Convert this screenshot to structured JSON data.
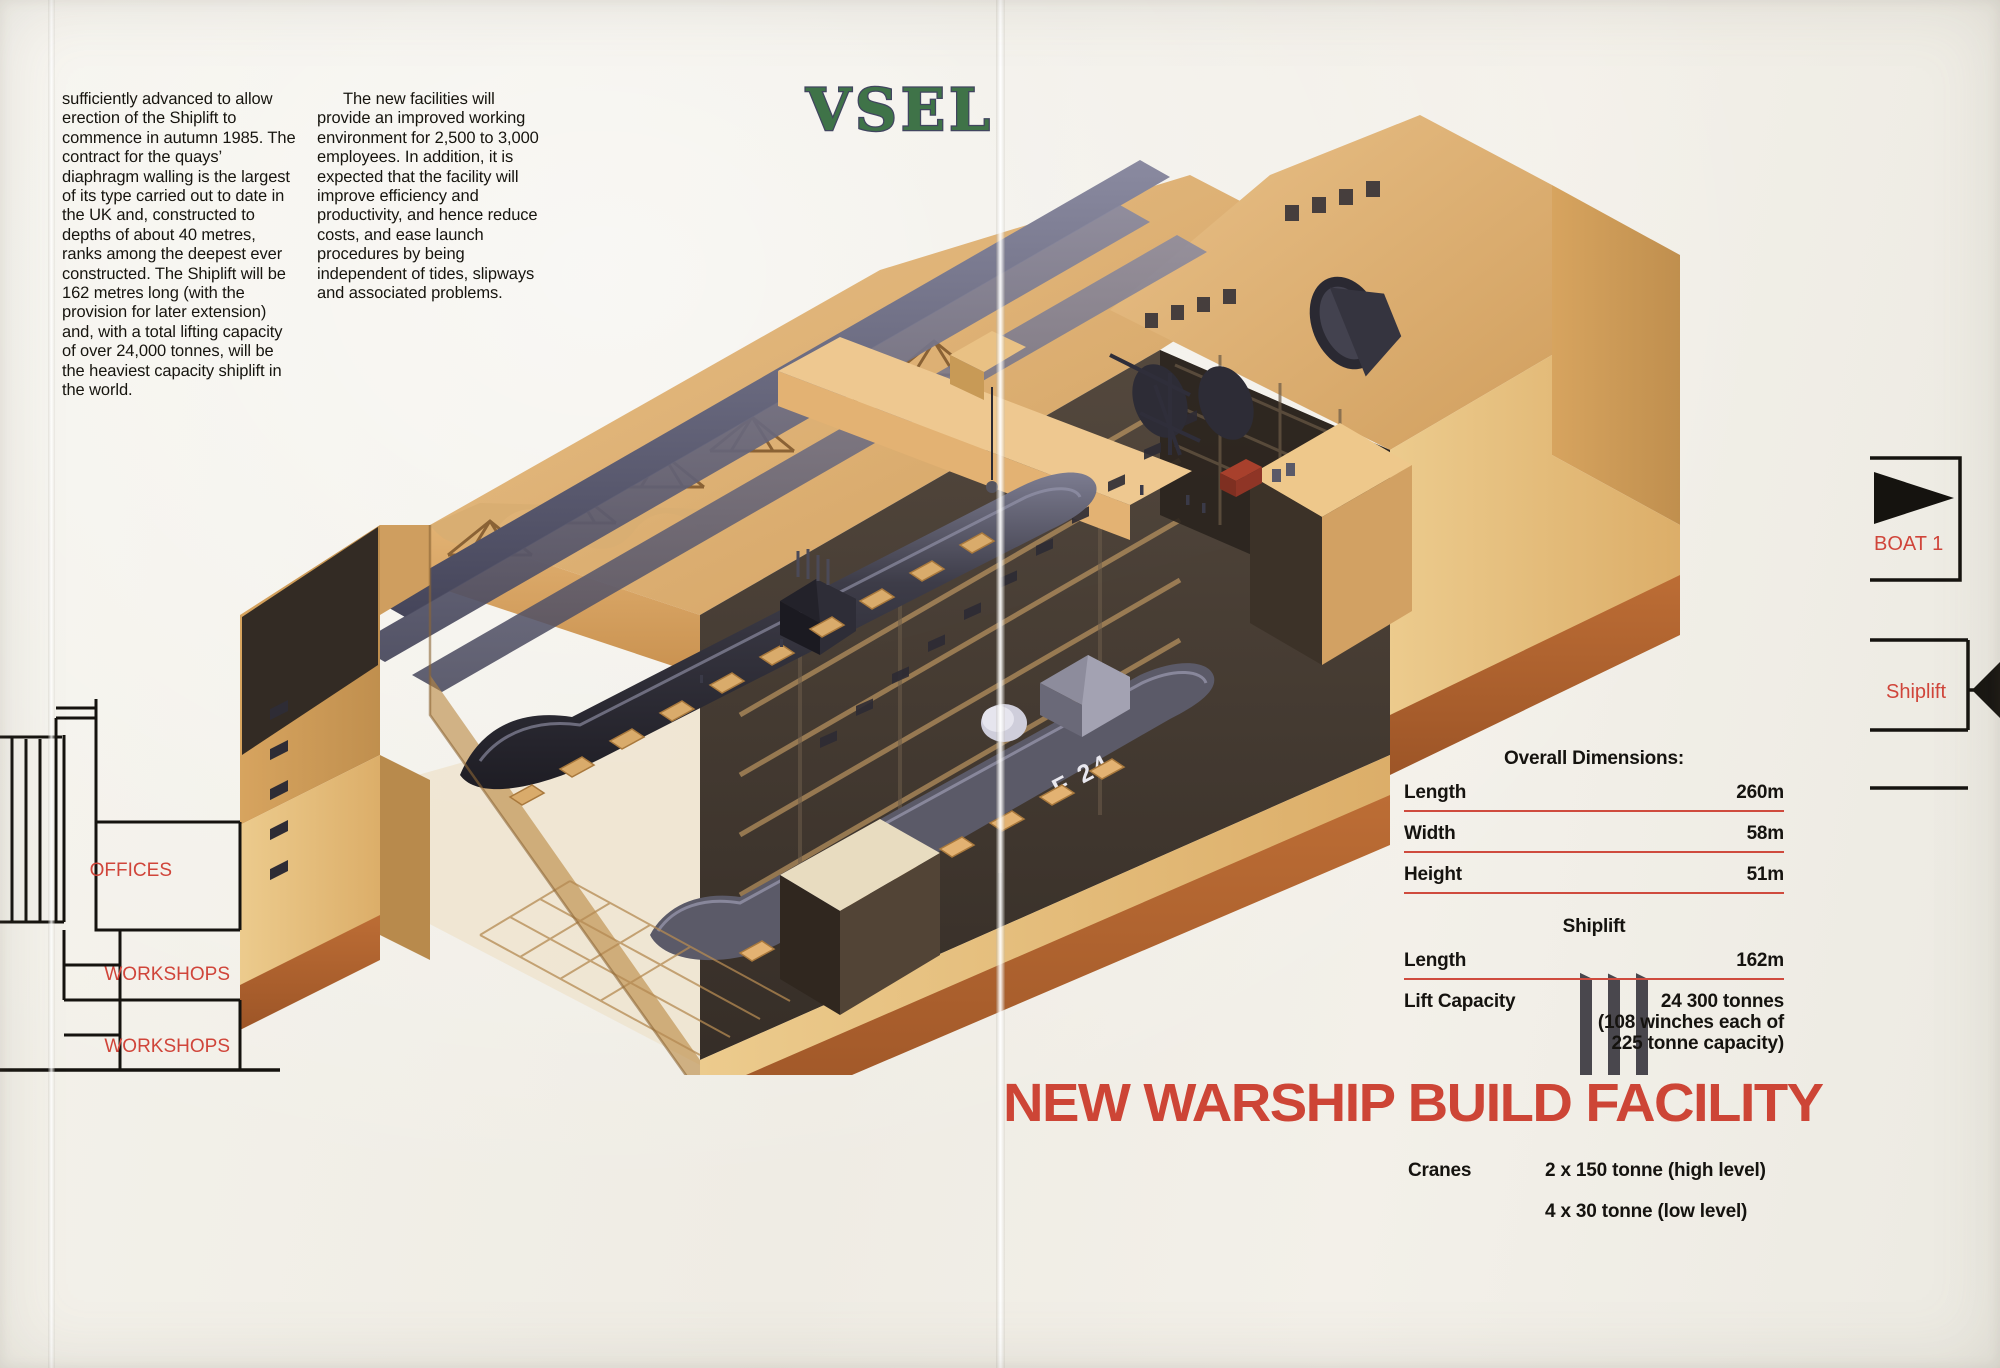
{
  "document": {
    "kind": "printed-brochure-spread",
    "background_color": "#f2efe8",
    "accent_red": "#cd4536",
    "logo_green": "#3f7348",
    "logo_outline": "#41455f"
  },
  "logo": {
    "text": "VSEL"
  },
  "body_text": {
    "column_1": "sufficiently advanced to allow erection of the Shiplift to commence in autumn 1985. The contract for the quays’ diaphragm walling is the largest of its type carried out to date in the UK and, constructed to depths of about 40 metres, ranks among the deepest ever constructed. The Shiplift will be 162 metres long (with the provision for later extension) and, with a total lifting capacity of over 24,000 tonnes, will be the heaviest capacity shiplift in the world.",
    "column_2": "The new facilities will provide an improved working environment for 2,500 to 3,000 employees. In addition, it is expected that the facility will improve efficiency and productivity, and hence reduce costs, and ease launch procedures by being independent of tides, slipways and associated problems."
  },
  "title": {
    "text": "NEW WARSHIP BUILD FACILITY"
  },
  "specs": {
    "overall_caption": "Overall Dimensions:",
    "overall_rows": [
      {
        "label": "Length",
        "value": "260m"
      },
      {
        "label": "Width",
        "value": "58m"
      },
      {
        "label": "Height",
        "value": "51m"
      }
    ],
    "shiplift_caption": "Shiplift",
    "shiplift_rows": [
      {
        "label": "Length",
        "value": "162m"
      }
    ],
    "lift_capacity": {
      "label": "Lift Capacity",
      "value_line_1": "24 300 tonnes",
      "value_line_2": "(108 winches each of",
      "value_line_3": "225 tonne capacity)"
    }
  },
  "cranes": {
    "label": "Cranes",
    "line_1": "2 x 150 tonne (high level)",
    "line_2": "4 x 30 tonne (low level)"
  },
  "schematic": {
    "labels": [
      "OFFICES",
      "WORKSHOPS",
      "WORKSHOPS"
    ],
    "label_color": "#d0453a"
  },
  "edge_labels": [
    {
      "text": "BOAT 1",
      "icon": "boat-pennant-icon"
    },
    {
      "text": "Shiplift",
      "icon": "left-arrow-icon"
    }
  ],
  "illustration": {
    "description": "isometric cutaway of the covered warship build hall",
    "ship_hull_marking": "F 24",
    "palette": {
      "roof_light": "#e0b06a",
      "roof_mid": "#d09c56",
      "wall_light": "#eec98a",
      "wall_mid": "#d8a660",
      "brick": "#b5652f",
      "steel_dark": "#3b3a44",
      "steel_mid": "#6e6e80",
      "hull": "#2d2c33",
      "interior_shadow": "#3a3128",
      "floor": "#cfa36a"
    }
  }
}
